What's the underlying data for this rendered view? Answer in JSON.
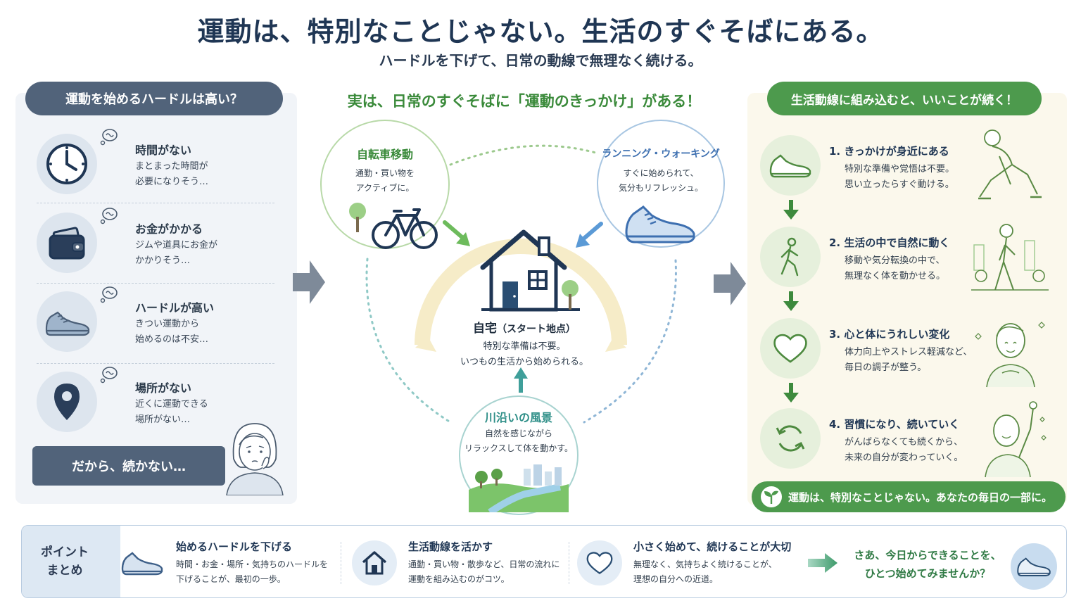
{
  "header": {
    "title": "運動は、特別なことじゃない。生活のすぐそばにある。",
    "subtitle": "ハードルを下げて、日常の動線で無理なく続ける。"
  },
  "left": {
    "header": "運動を始めるハードルは高い？",
    "items": [
      {
        "title": "時間がない",
        "desc1": "まとまった時間が",
        "desc2": "必要になりそう…",
        "icon": "clock-icon"
      },
      {
        "title": "お金がかかる",
        "desc1": "ジムや道具にお金が",
        "desc2": "かかりそう…",
        "icon": "wallet-icon"
      },
      {
        "title": "ハードルが高い",
        "desc1": "きつい運動から",
        "desc2": "始めるのは不安…",
        "icon": "shoe-icon"
      },
      {
        "title": "場所がない",
        "desc1": "近くに運動できる",
        "desc2": "場所がない…",
        "icon": "location-pin-icon"
      }
    ],
    "conclusion": "だから、続かない…"
  },
  "center": {
    "heading": "実は、日常のすぐそばに「運動のきっかけ」がある！",
    "bike": {
      "title": "自転車移動",
      "desc1": "通勤・買い物を",
      "desc2": "アクティブに。"
    },
    "run": {
      "title": "ランニング・ウォーキング",
      "desc1": "すぐに始められて、",
      "desc2": "気分もリフレッシュ。"
    },
    "river": {
      "title": "川沿いの風景",
      "desc1": "自然を感じながら",
      "desc2": "リラックスして体を動かす。"
    },
    "home": {
      "title": "自宅",
      "title_sub": "（スタート地点）",
      "desc1": "特別な準備は不要。",
      "desc2": "いつもの生活から始められる。"
    }
  },
  "right": {
    "header": "生活動線に組み込むと、いいことが続く！",
    "items": [
      {
        "title": "1. きっかけが身近にある",
        "desc1": "特別な準備や覚悟は不要。",
        "desc2": "思い立ったらすぐ動ける。",
        "icon": "shoe-icon"
      },
      {
        "title": "2. 生活の中で自然に動く",
        "desc1": "移動や気分転換の中で、",
        "desc2": "無理なく体を動かせる。",
        "icon": "walking-person-icon"
      },
      {
        "title": "3. 心と体にうれしい変化",
        "desc1": "体力向上やストレス軽減など、",
        "desc2": "毎日の調子が整う。",
        "icon": "heart-icon"
      },
      {
        "title": "4. 習慣になり、続いていく",
        "desc1": "がんばらなくても続くから、",
        "desc2": "未来の自分が変わっていく。",
        "icon": "cycle-arrows-icon"
      }
    ],
    "footer": "運動は、特別なことじゃない。あなたの毎日の一部に。"
  },
  "bottom": {
    "label1": "ポイント",
    "label2": "まとめ",
    "points": [
      {
        "title": "始めるハードルを下げる",
        "desc1": "時間・お金・場所・気持ちのハードルを",
        "desc2": "下げることが、最初の一歩。",
        "icon": "shoe-icon"
      },
      {
        "title": "生活動線を活かす",
        "desc1": "通勤・買い物・散歩など、日常の流れに",
        "desc2": "運動を組み込むのがコツ。",
        "icon": "house-icon"
      },
      {
        "title": "小さく始めて、続けることが大切",
        "desc1": "無理なく、気持ちよく続けることが、",
        "desc2": "理想の自分への近道。",
        "icon": "heart-icon"
      }
    ],
    "cta1": "さあ、今日からできることを、",
    "cta2": "ひとつ始めてみませんか？"
  },
  "colors": {
    "navy": "#1f3654",
    "slate": "#51637a",
    "green": "#4d9a4d",
    "blue": "#3d6fb0",
    "teal": "#3f9f9a"
  }
}
